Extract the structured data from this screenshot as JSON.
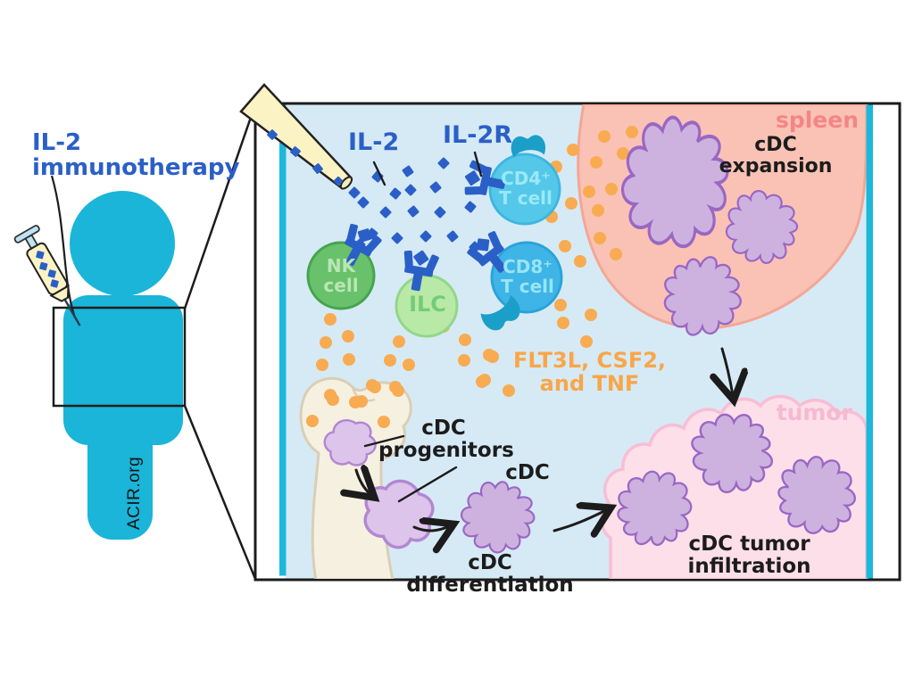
{
  "patient": {
    "injection_label": "IL-2\nimmunotherapy",
    "credit": "ACIR.org"
  },
  "panel": {
    "il2_label": "IL-2",
    "il2r_label": "IL-2R",
    "cd4_cell": "CD4⁺\nT cell",
    "cd8_cell": "CD8⁺\nT cell",
    "nk_cell": "NK\ncell",
    "ilc_cell": "ILC",
    "cytokines": "FLT3L, CSF2,\nand TNF",
    "spleen_label": "spleen",
    "spleen_process": "cDC\nexpansion",
    "tumor_label": "tumor",
    "tumor_process": "cDC tumor\ninfiltration",
    "progenitors_label": "cDC\nprogenitors",
    "cdc_label": "cDC",
    "differentiation_label": "cDC differentiation"
  },
  "colors": {
    "accent_blue": "#2b5fc8",
    "teal": "#1cb8dc",
    "cytokine_orange": "#f8ab51",
    "spleen_pink": "#f9c2b5",
    "tumor_pink": "#fcdfe9",
    "cdc_purple": "#cdb2df",
    "nk_green": "#69c16c",
    "ilc_green": "#b9e9a7",
    "tcell_cyan": "#55c8ea"
  }
}
